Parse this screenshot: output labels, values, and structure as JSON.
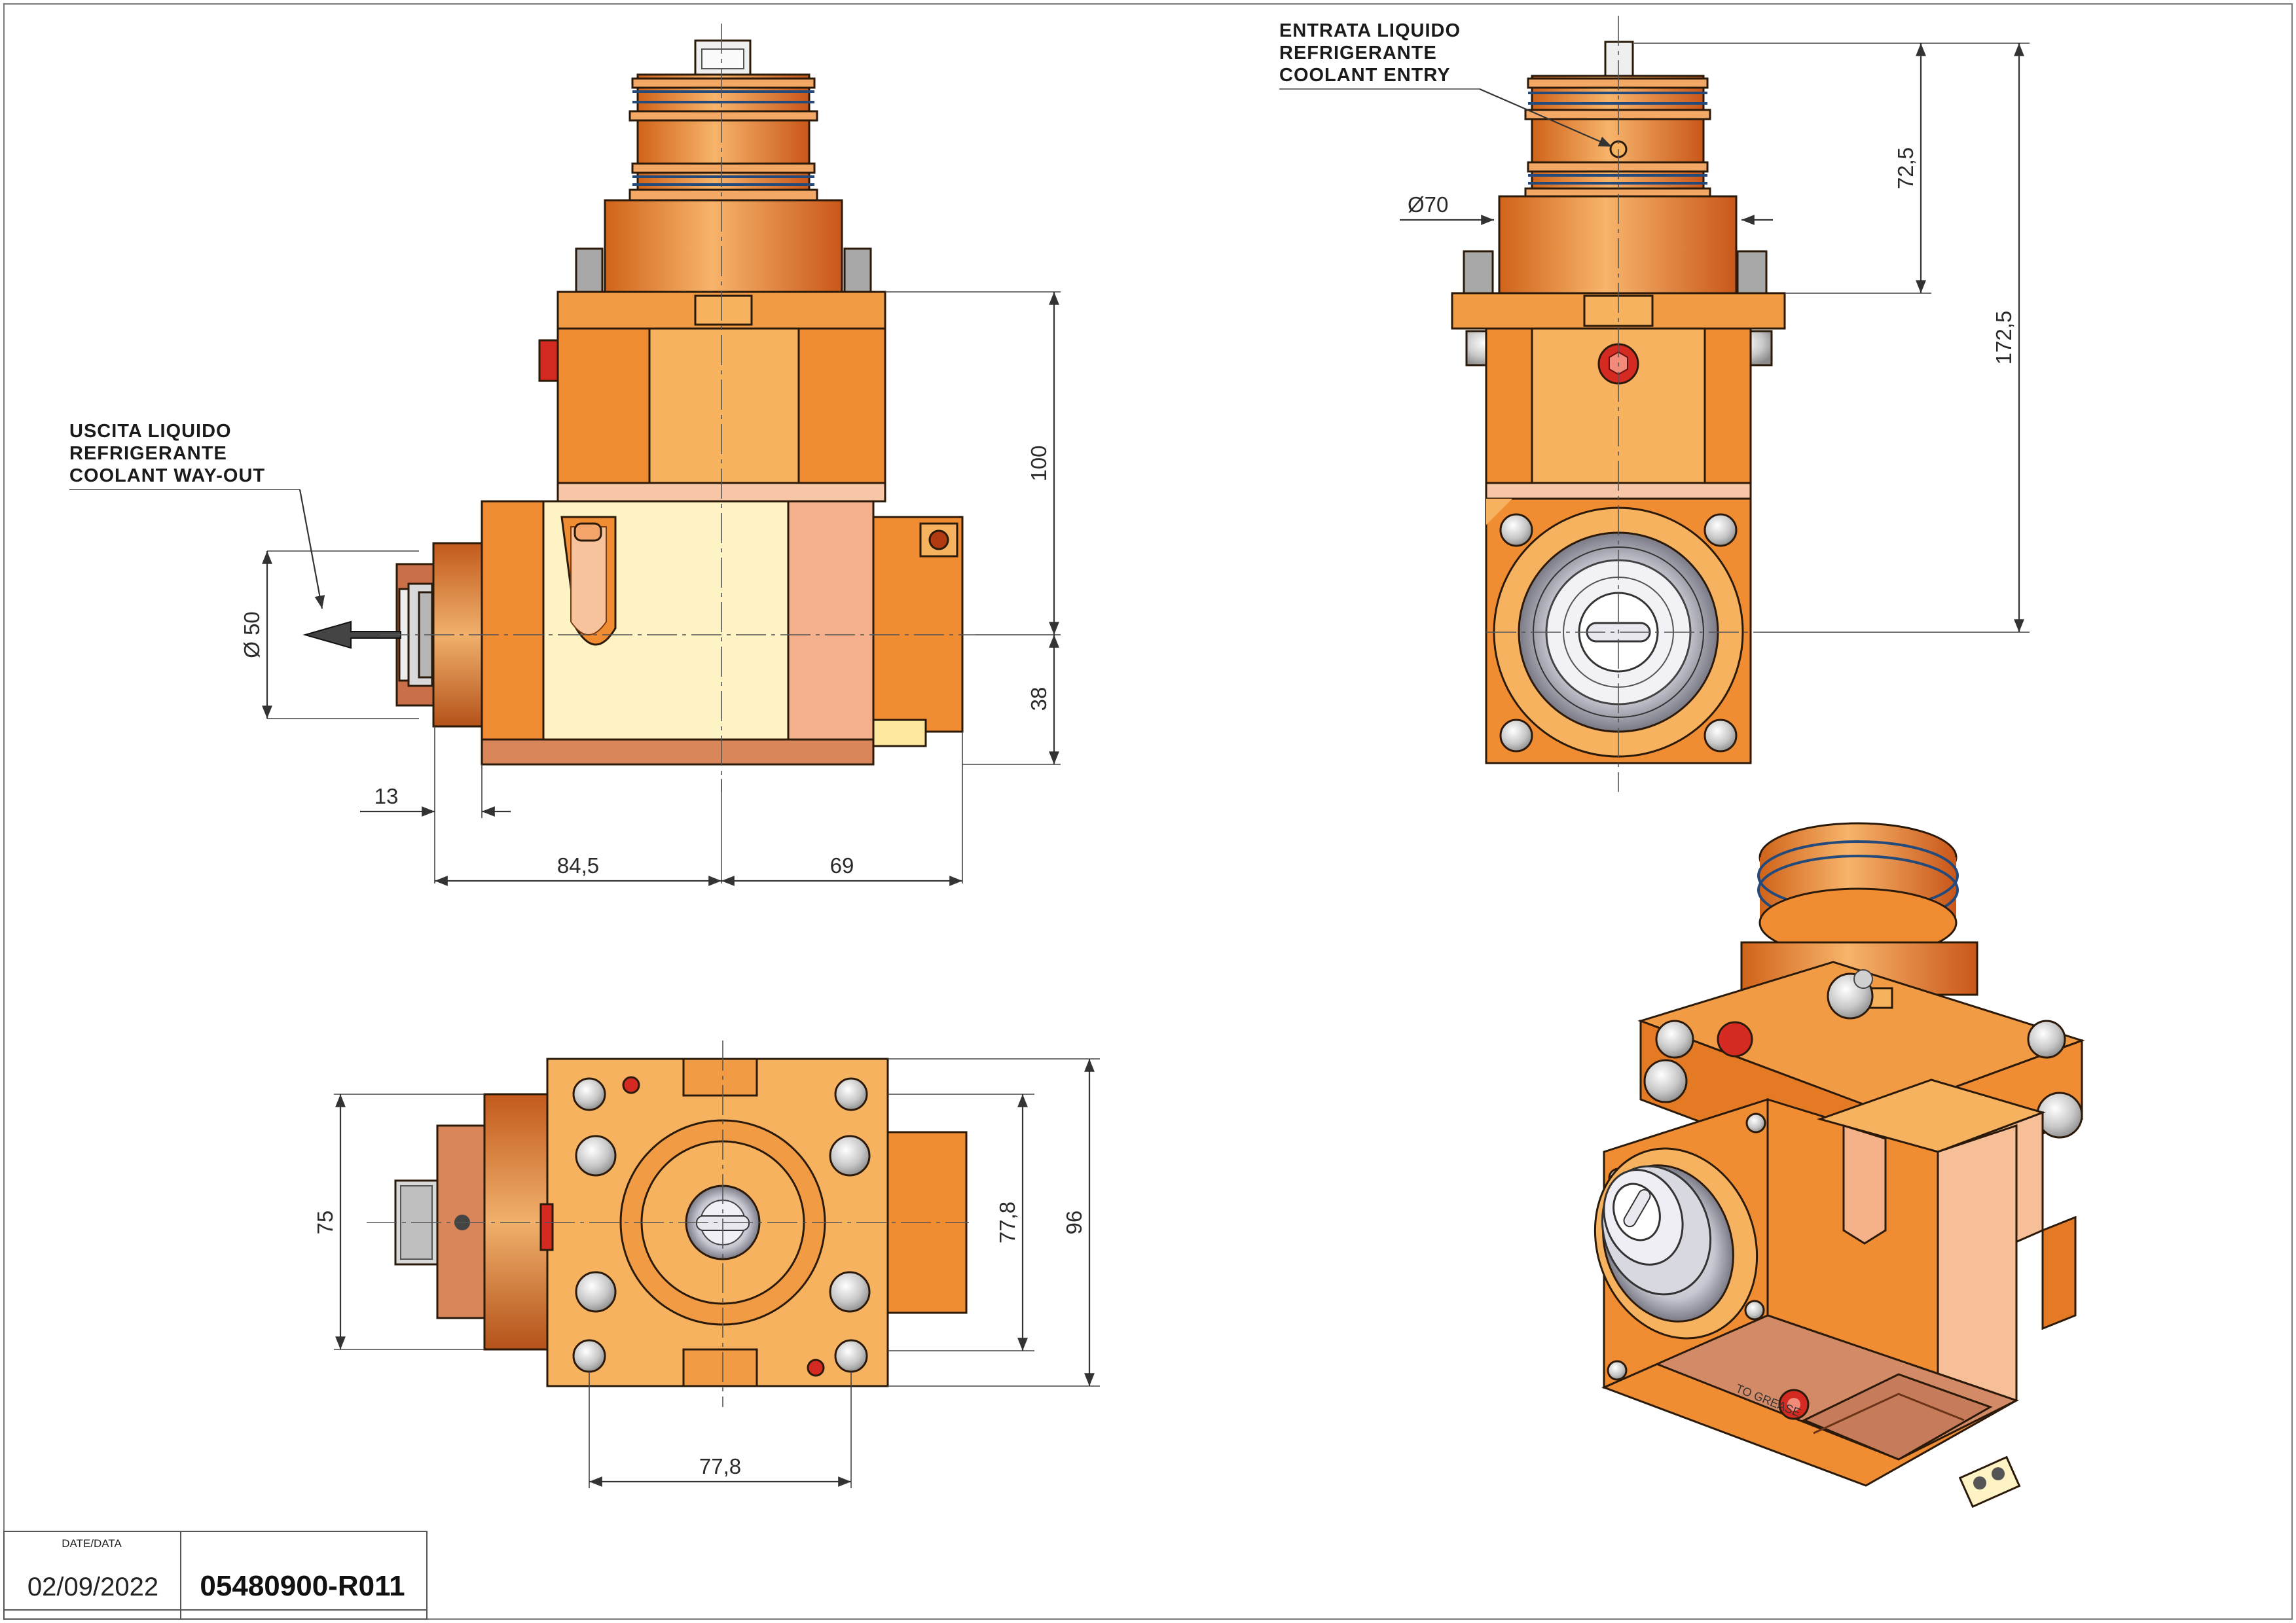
{
  "annotations": {
    "coolant_out": [
      "USCITA LIQUIDO",
      "REFRIGERANTE",
      "COOLANT WAY-OUT"
    ],
    "coolant_in": [
      "ENTRATA LIQUIDO",
      "REFRIGERANTE",
      "COOLANT ENTRY"
    ]
  },
  "dimensions": {
    "d50": "Ø 50",
    "d13": "13",
    "d84_5": "84,5",
    "d69": "69",
    "d100": "100",
    "d38": "38",
    "d70": "Ø70",
    "d72_5": "72,5",
    "d172_5": "172,5",
    "d75": "75",
    "d77_8_v": "77,8",
    "d96": "96",
    "d77_8_h": "77,8"
  },
  "iso_labels": {
    "grease": "TO GREASE"
  },
  "title_block": {
    "date_label": "DATE/DATA",
    "date": "02/09/2022",
    "code": "05480900-R011"
  },
  "colors": {
    "body_orange": "#f08c32",
    "light_orange": "#f6b25e",
    "cream": "#fdf3c4",
    "salmon": "#f7bf98",
    "copper": "#d8865a",
    "seal_blue": "#234a7a",
    "screw_red": "#d42a22"
  }
}
